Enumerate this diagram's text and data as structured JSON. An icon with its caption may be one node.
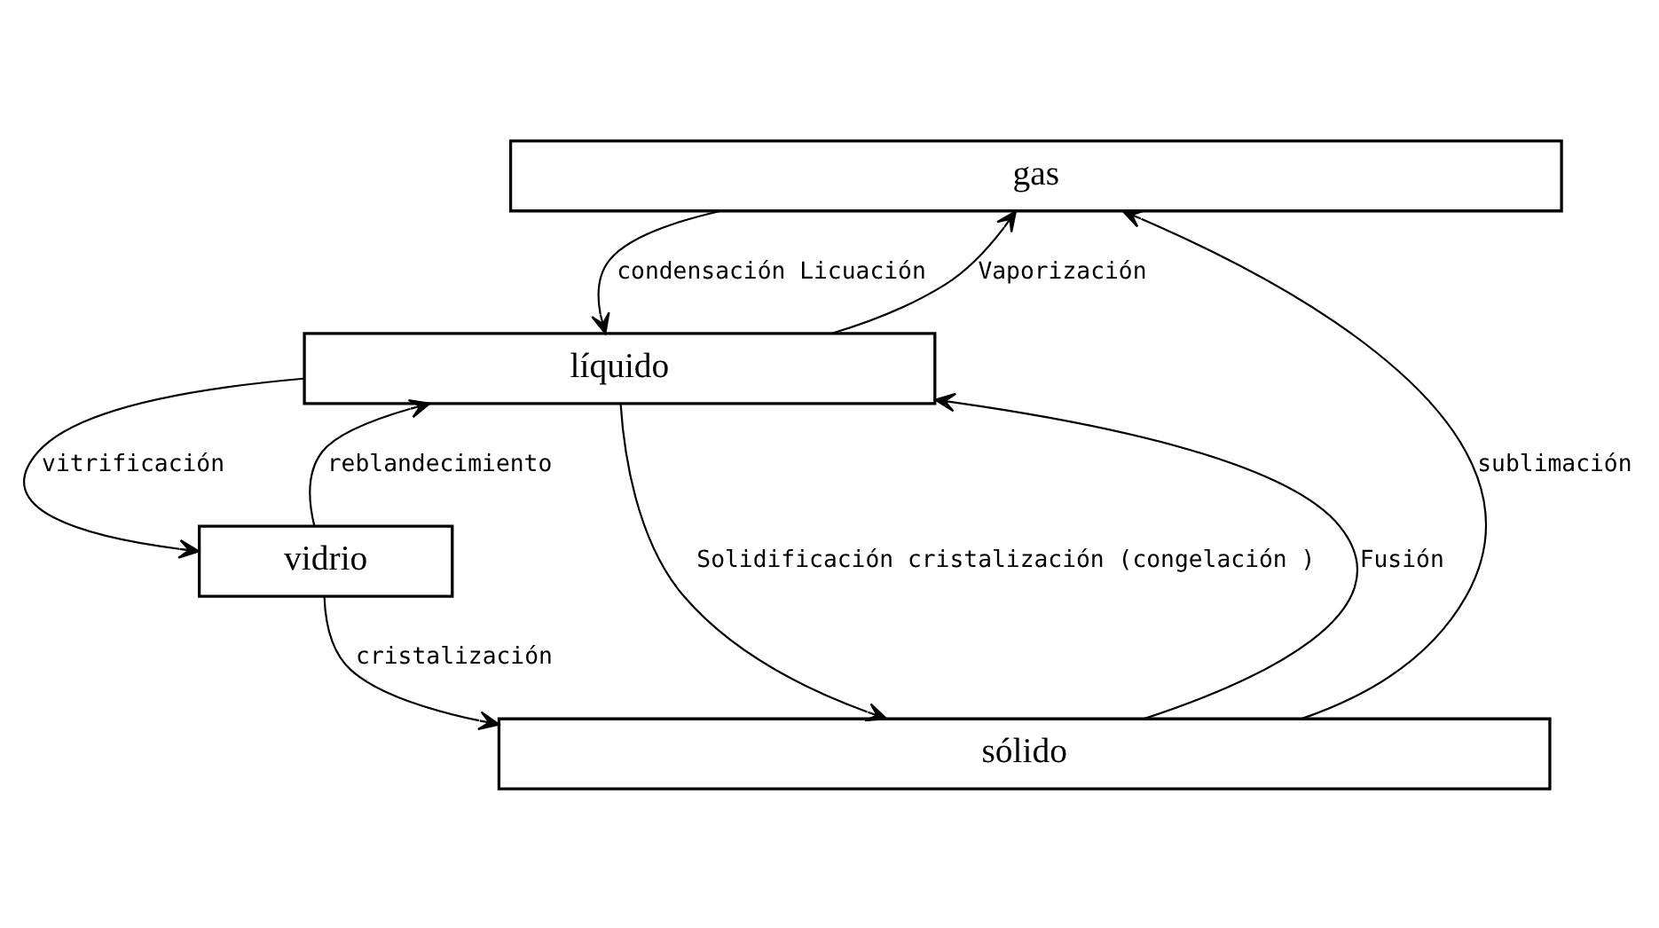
{
  "diagram": {
    "nodes": [
      {
        "text": [
          "gas"
        ]
      },
      {
        "text": [
          "líquido"
        ]
      },
      {
        "text": [
          "vidrio"
        ]
      },
      {
        "text": [
          "sólido"
        ]
      }
    ],
    "edges": [
      {
        "from": 0,
        "to": 1,
        "arrow": "to",
        "label": "condensación Licuación"
      },
      {
        "from": 1,
        "to": 0,
        "arrow": "to",
        "label": "Vaporización"
      },
      {
        "from": 1,
        "to": 3,
        "arrow": "to",
        "label": "Solidificación cristalización (congelación )"
      },
      {
        "from": 3,
        "to": 1,
        "arrow": "to",
        "label": "Fusión"
      },
      {
        "from": 1,
        "to": 2,
        "arrow": "to",
        "label": "vitrificación"
      },
      {
        "from": 2,
        "to": 1,
        "arrow": "to",
        "label": "reblandecimiento"
      },
      {
        "from": 2,
        "to": 3,
        "arrow": "to",
        "label": "cristalización"
      },
      {
        "from": 3,
        "to": 0,
        "arrow": "to",
        "label": "sublimación"
      }
    ]
  }
}
